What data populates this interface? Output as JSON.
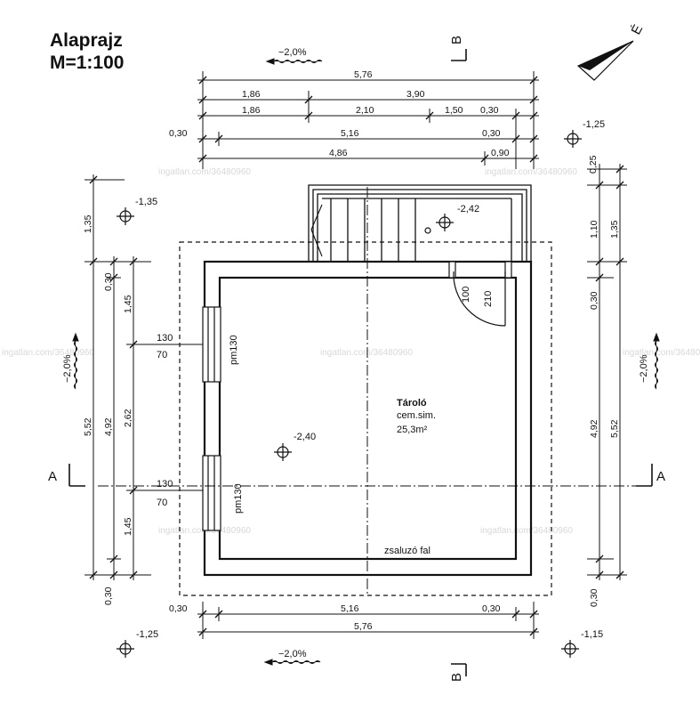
{
  "title": {
    "line1": "Alaprajz",
    "line2": "M=1:100"
  },
  "room": {
    "name": "Tároló",
    "finish": "cem.sim.",
    "area": "25,3m²"
  },
  "wall_label": "zsaluzó fal",
  "window_label": "pm130",
  "window_dims": {
    "upper": "130",
    "lower": "70"
  },
  "door_dims": {
    "width": "100",
    "height": "210"
  },
  "slope": "−2,0%",
  "section_labels": {
    "a": "A",
    "b": "B"
  },
  "north_label": "É",
  "levels": {
    "top_right": "-1,25",
    "top_left": "-1,35",
    "stair": "-2,42",
    "floor": "-2,40",
    "bottom_left": "-1,25",
    "bottom_right": "-1,15"
  },
  "dims_top": {
    "row1": [
      "5,76"
    ],
    "row2": [
      "1,86",
      "3,90"
    ],
    "row3": [
      "1,86",
      "2,10",
      "1,50",
      "0,30"
    ],
    "row4": [
      "0,30",
      "5,16",
      "0,30"
    ],
    "row5": [
      "4,86",
      "0,90"
    ]
  },
  "dims_bottom": {
    "row1": [
      "0,30",
      "5,16",
      "0,30"
    ],
    "row2": [
      "5,76"
    ]
  },
  "dims_left": {
    "outer": [
      "1,35",
      "5,52"
    ],
    "mid": [
      "0,30",
      "4,92",
      "0,30"
    ],
    "inner": [
      "1,45",
      "2,62",
      "1,45"
    ]
  },
  "dims_right": {
    "inner": [
      "1,10",
      "0,30",
      "4,92",
      "0,30"
    ],
    "outer": [
      "0,25",
      "1,35",
      "5,52"
    ]
  },
  "watermark": "ingatlan.com/36480960"
}
